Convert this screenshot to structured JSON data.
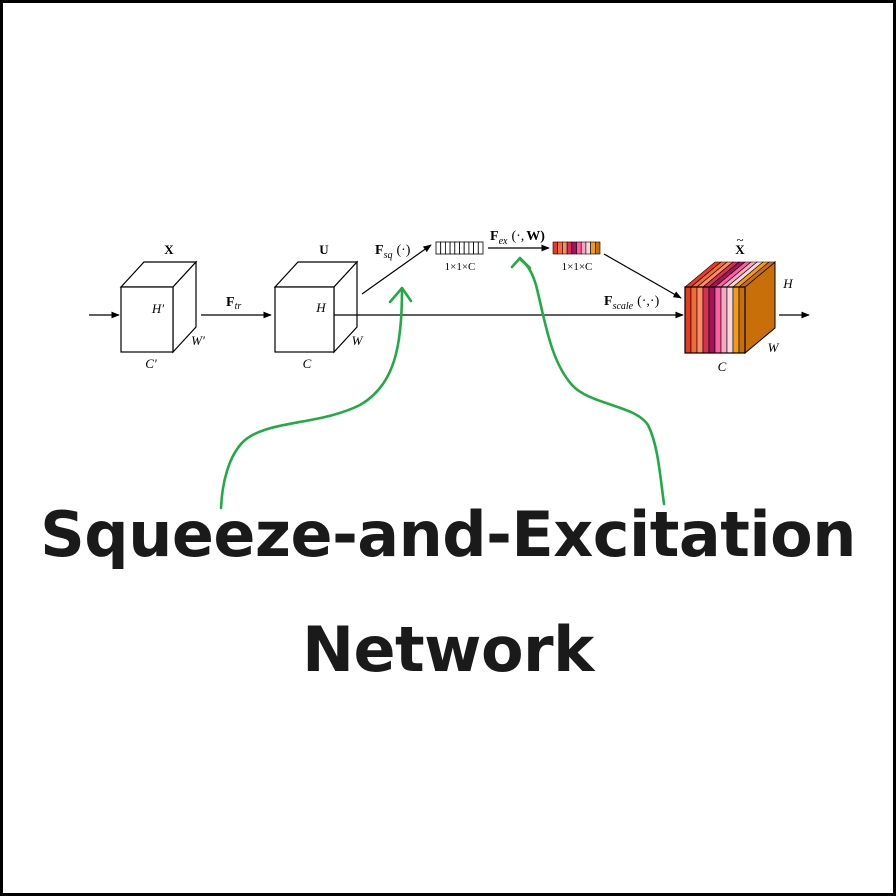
{
  "diagram": {
    "input_label": "X",
    "input_h": "H′",
    "input_w": "W′",
    "input_c": "C′",
    "ftr_main": "F",
    "ftr_sub": "tr",
    "u_label": "U",
    "u_h": "H",
    "u_w": "W",
    "u_c": "C",
    "fsq_main": "F",
    "fsq_sub": "sq",
    "fsq_args": "(·)",
    "squeeze_dims": "1×1×C",
    "fex_main": "F",
    "fex_sub": "ex",
    "fex_args": "(·,",
    "fex_w": "W)",
    "excite_dims": "1×1×C",
    "fscale_main": "F",
    "fscale_sub": "scale",
    "fscale_args": "(·,·)",
    "output_label": "X",
    "output_tilde": "~",
    "output_h": "H",
    "output_w": "W",
    "output_c": "C"
  },
  "title": {
    "line1": "Squeeze-and-Excitation",
    "line2": "Network"
  },
  "colors": {
    "annotation_arrow": "#22aa44",
    "channel_palette": [
      "#e63b1e",
      "#f26b3a",
      "#ff8a65",
      "#d62f4f",
      "#a0145a",
      "#ff5f9e",
      "#f7a8c0",
      "#f8d7df",
      "#f39c12",
      "#c96f0a"
    ]
  }
}
